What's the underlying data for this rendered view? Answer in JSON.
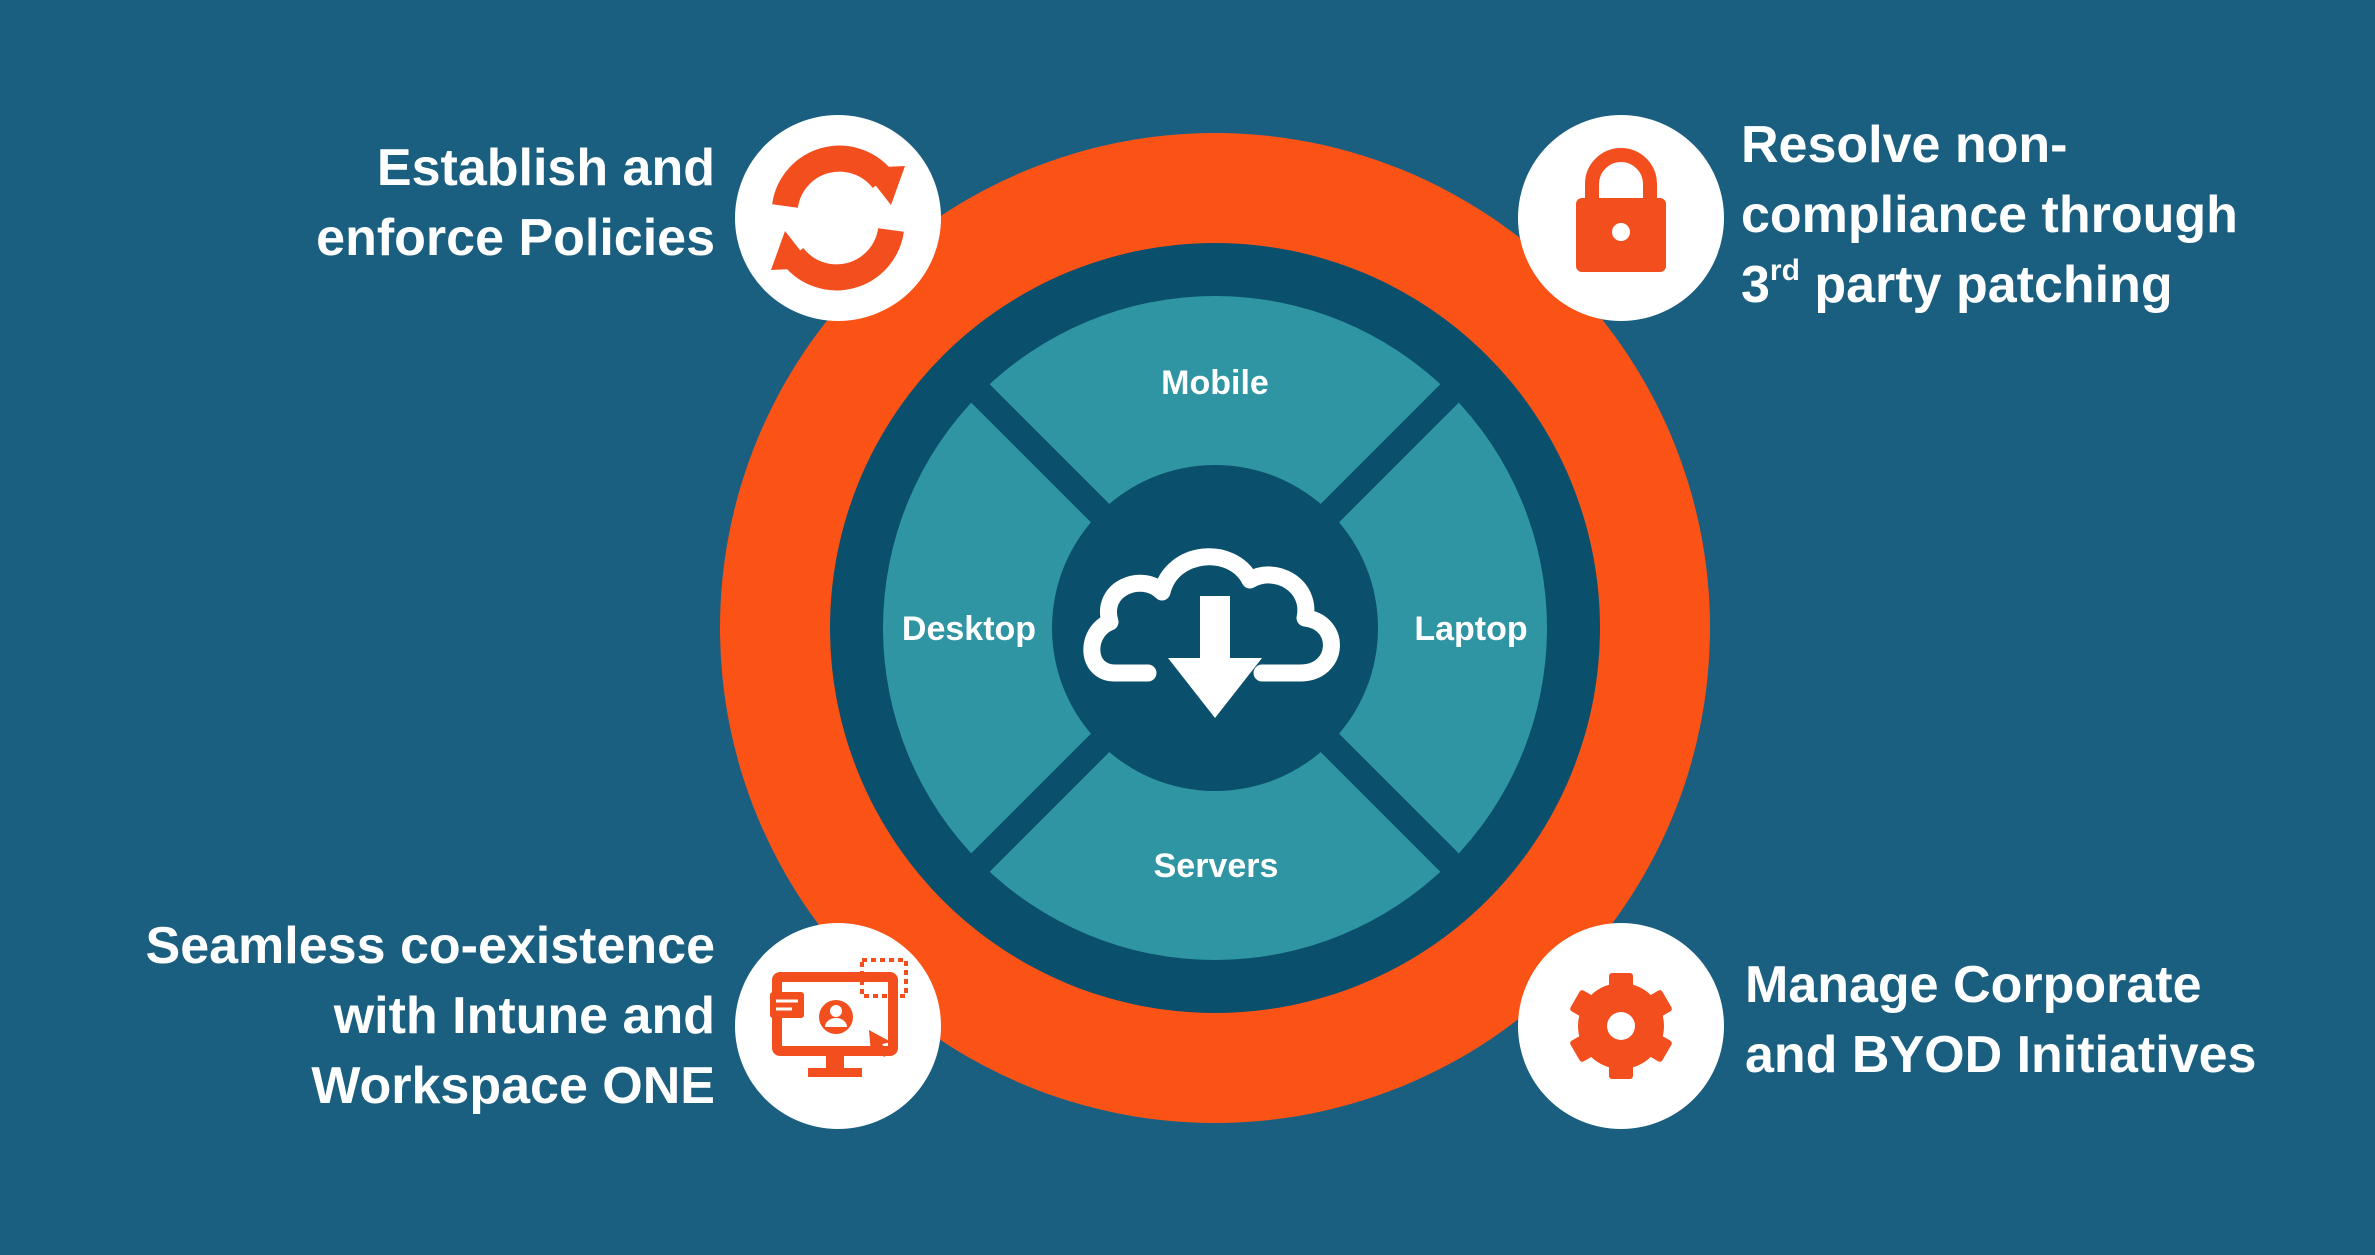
{
  "colors": {
    "background": "#1a5f80",
    "ring_orange": "#fb5316",
    "ring_dark": "#0a4f6b",
    "segment_teal": "#2f95a3",
    "icon_orange": "#f24e1e",
    "white": "#ffffff"
  },
  "center": {
    "icon": "cloud-download-icon",
    "segments": {
      "mobile": "Mobile",
      "laptop": "Laptop",
      "servers": "Servers",
      "desktop": "Desktop"
    }
  },
  "features": {
    "top_left": {
      "icon": "sync-icon",
      "lines": [
        "Establish and",
        "enforce Policies"
      ]
    },
    "top_right": {
      "icon": "lock-icon",
      "line1": "Resolve non-",
      "line2": "compliance through",
      "line3_prefix": "3",
      "line3_sup": "rd",
      "line3_suffix": " party patching"
    },
    "bottom_left": {
      "icon": "monitor-user-icon",
      "lines": [
        "Seamless co-existence",
        "with Intune and",
        "Workspace ONE"
      ]
    },
    "bottom_right": {
      "icon": "gear-icon",
      "lines": [
        "Manage Corporate",
        "and BYOD Initiatives"
      ]
    }
  }
}
